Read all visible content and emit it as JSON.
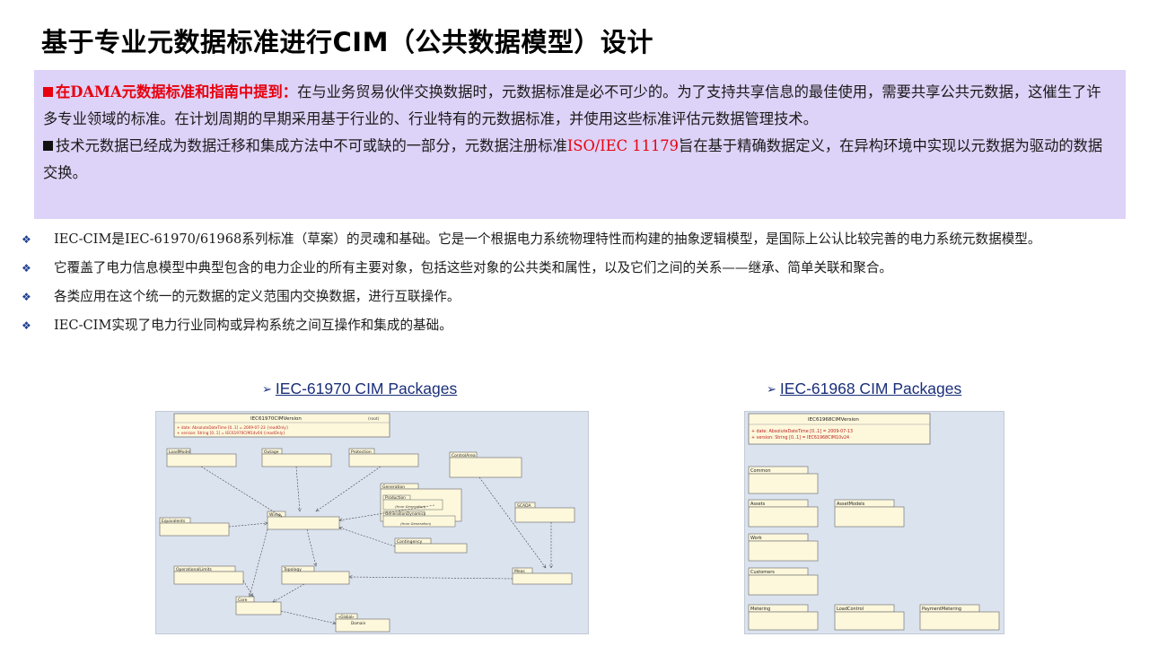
{
  "page": {
    "title": "基于专业元数据标准进行CIM（公共数据模型）设计"
  },
  "highlight": {
    "p1_lead": "在DAMA元数据标准和指南中提到：",
    "p1_body": "在与业务贸易伙伴交换数据时，元数据标准是必不可少的。为了支持共享信息的最佳使用，需要共享公共元数据，这催生了许多专业领域的标准。在计划周期的早期采用基于行业的、行业特有的元数据标准，并使用这些标准评估元数据管理技术。",
    "p2_before": "技术元数据已经成为数据迁移和集成方法中不可或缺的一部分，元数据注册标准",
    "p2_standard": "ISO/IEC 11179",
    "p2_after": "旨在基于精确数据定义，在异构环境中实现以元数据为驱动的数据交换。"
  },
  "bullets": [
    "IEC-CIM是IEC-61970/61968系列标准（草案）的灵魂和基础。它是一个根据电力系统物理特性而构建的抽象逻辑模型，是国际上公认比较完善的电力系统元数据模型。",
    "它覆盖了电力信息模型中典型包含的电力企业的所有主要对象，包括这些对象的公共类和属性，以及它们之间的关系——继承、简单关联和聚合。",
    "各类应用在这个统一的元数据的定义范围内交换数据，进行互联操作。",
    "IEC-CIM实现了电力行业同构或异构系统之间互操作和集成的基础。"
  ],
  "links": {
    "left": "IEC-61970 CIM Packages",
    "right": "IEC-61968 CIM Packages"
  },
  "diagram_left": {
    "version_box": "IEC61970CIMVersion",
    "version_tag": "(root)",
    "attr1": "+ date: AbsoluteDateTime [0..1] = 2009-07-23 {readOnly}",
    "attr2": "+ version: String [0..1] = IEC61970CIM14v04 {readOnly}",
    "packages": {
      "loadmodel": "LoadModel",
      "outage": "Outage",
      "protection": "Protection",
      "controlarea": "ControlArea",
      "generation": "Generation",
      "production": "Production",
      "from_generation": "(from Generation)",
      "gen_dynamics": "GenerationDynamics",
      "from_generation2": "(from Generation)",
      "equivalents": "Equivalents",
      "wires": "Wires",
      "scada": "SCADA",
      "contingency": "Contingency",
      "operational_limits": "OperationalLimits",
      "topology": "Topology",
      "meas": "Meas",
      "core": "Core",
      "domain_stereo": "«Global»",
      "domain": "Domain"
    }
  },
  "diagram_right": {
    "version_box": "IEC61968CIMVersion",
    "attr1": "+ date: AbsoluteDateTime [0..1] = 2009-07-13",
    "attr2": "+ version: String [0..1] = IEC61968CIM10v24",
    "packages": {
      "common": "Common",
      "assets": "Assets",
      "assetmodels": "AssetModels",
      "work": "Work",
      "customers": "Customers",
      "metering": "Metering",
      "loadcontrol": "LoadControl",
      "paymentmetering": "PaymentMetering"
    }
  },
  "colors": {
    "highlight_bg": "#ddd2f7",
    "accent_red": "#e8000e",
    "link_blue": "#1a2f7a",
    "bullet_blue": "#1f3f8f",
    "diagram_bg": "#dbe3ef",
    "uml_fill": "#fdf8dc"
  },
  "icons": {
    "bullet": "diamond-bullet-icon",
    "link_arrow": "arrow-right-icon",
    "red_square": "red-square-icon",
    "black_square": "black-square-icon"
  }
}
